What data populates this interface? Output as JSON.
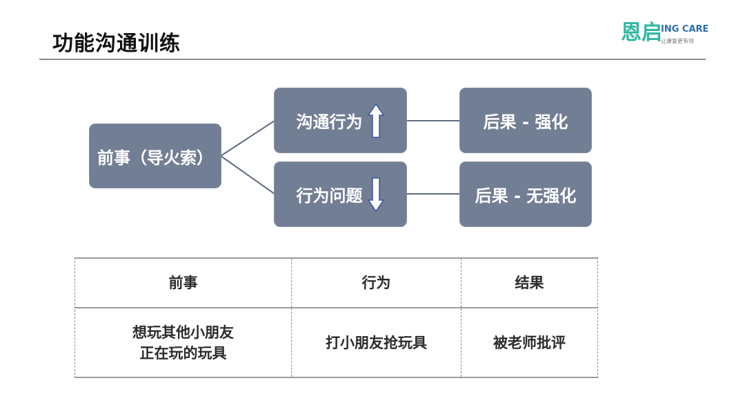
{
  "header": {
    "title": "功能沟通训练",
    "logo": {
      "mark": "恩启",
      "name": "ING CARE",
      "tagline": "让康复更有效"
    }
  },
  "diagram": {
    "antecedent": "前事（导火索）",
    "behavior_up": {
      "label": "沟通行为",
      "arrow": "up-arrow-icon"
    },
    "behavior_down": {
      "label": "行为问题",
      "arrow": "down-arrow-icon"
    },
    "consequence_reinforce": "后果 - 强化",
    "consequence_no_reinforce": "后果 - 无强化"
  },
  "table": {
    "headers": [
      "前事",
      "行为",
      "结果"
    ],
    "rows": [
      [
        "想玩其他小朋友\n正在玩的玩具",
        "打小朋友抢玩具",
        "被老师批评"
      ]
    ]
  },
  "colors": {
    "box_fill": "#727e94",
    "logo_green": "#2fb8a4",
    "logo_blue": "#2a6fb0",
    "rule": "#8a8a8a"
  }
}
